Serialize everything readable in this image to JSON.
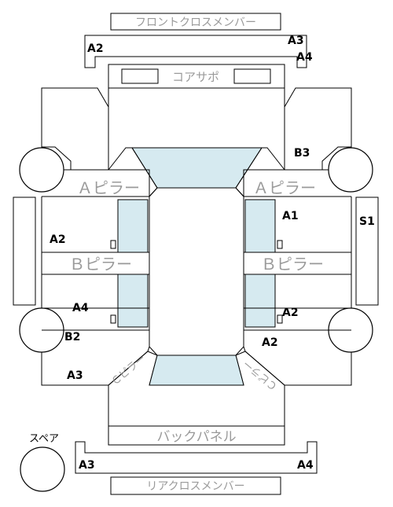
{
  "panels": {
    "front_cross_member": "フロントクロスメンバー",
    "core_support": "コアサポ",
    "a_pillar_left": "Ａピラー",
    "a_pillar_right": "Ａピラー",
    "b_pillar_left": "Ｂピラー",
    "b_pillar_right": "Ｂピラー",
    "back_panel": "バックパネル",
    "rear_cross_member": "リアクロスメンバー",
    "c_pillar_left": "Ｃピラー",
    "c_pillar_right": "Ｃピラー",
    "spare": "スペア"
  },
  "damage_labels": {
    "front_a2": "A2",
    "front_a3": "A3",
    "front_a4": "A4",
    "right_front_b3": "B3",
    "right_front_door_a1": "A1",
    "right_sill_s1": "S1",
    "left_front_door_a2": "A2",
    "left_rear_door_a4": "A4",
    "left_rear_wheel_b2": "B2",
    "right_rear_door_a2": "A2",
    "right_rear_a2": "A2",
    "left_rear_a3": "A3",
    "rear_a3": "A3",
    "rear_a4": "A4"
  }
}
